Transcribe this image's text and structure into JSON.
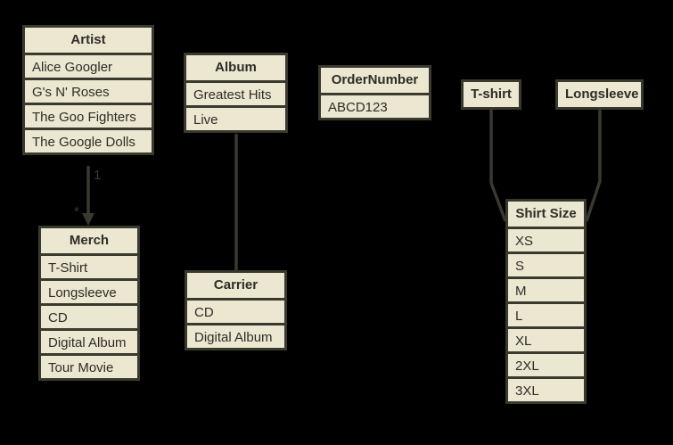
{
  "diagram_title": "",
  "colors": {
    "background": "#000000",
    "box_fill": "#ECE7D1",
    "box_border": "#3A392E",
    "text": "#2E2D26",
    "connector": "#3A392E"
  },
  "entities": {
    "artist": {
      "title": "Artist",
      "rows": [
        "Alice Googler",
        "G's N' Roses",
        "The Goo Fighters",
        "The Google Dolls"
      ]
    },
    "merch": {
      "title": "Merch",
      "rows": [
        "T-Shirt",
        "Longsleeve",
        "CD",
        "Digital Album",
        "Tour Movie"
      ]
    },
    "album": {
      "title": "Album",
      "rows": [
        "Greatest Hits",
        "Live"
      ]
    },
    "carrier": {
      "title": "Carrier",
      "rows": [
        "CD",
        "Digital Album"
      ]
    },
    "order_number": {
      "title": "OrderNumber",
      "rows": [
        "ABCD123"
      ]
    },
    "tshirt": {
      "title": "T-shirt",
      "rows": []
    },
    "longsleeve": {
      "title": "Longsleeve",
      "rows": []
    },
    "shirt_size": {
      "title": "Shirt Size",
      "rows": [
        "XS",
        "S",
        "M",
        "L",
        "XL",
        "2XL",
        "3XL"
      ]
    }
  },
  "connectors": {
    "artist_merch": {
      "from": "Artist",
      "to": "Merch",
      "source_label": "1",
      "target_label": "*",
      "style": "arrow"
    },
    "album_carrier": {
      "from": "Album",
      "to": "Carrier",
      "source_label": "",
      "target_label": "",
      "style": "line"
    },
    "tshirt_shirtsize": {
      "from": "T-shirt",
      "to": "Shirt Size",
      "source_label": "",
      "target_label": "",
      "style": "line"
    },
    "longsleeve_shirtsize": {
      "from": "Longsleeve",
      "to": "Shirt Size",
      "source_label": "",
      "target_label": "",
      "style": "line"
    }
  }
}
